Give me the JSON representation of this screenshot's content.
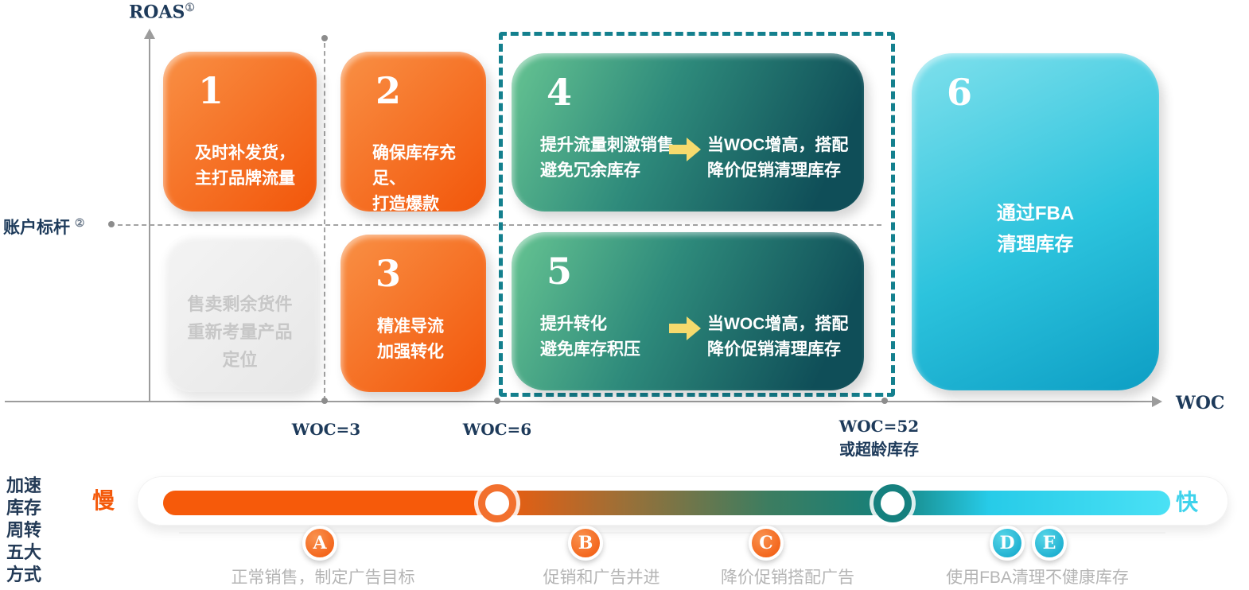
{
  "colors": {
    "orange": "#f2560a",
    "teal_dark": "#0f4e58",
    "teal_light": "#66c492",
    "cyan": "#2cc3dd",
    "dash_teal": "#14808e",
    "axis_gray": "#9c9c9c",
    "navy_text": "#1d3a5a",
    "muted_text": "#b5b5b5",
    "arrow_yellow": "#f6da6d"
  },
  "axis": {
    "roas": "ROAS",
    "roas_sup": "①",
    "woc": "WOC",
    "benchmark": "账户标杆",
    "benchmark_sup": "②",
    "tick1": "WOC=3",
    "tick2": "WOC=6",
    "tick3": "WOC=52",
    "tick3_sub": "或超龄库存"
  },
  "box1": {
    "num": "1",
    "text": "及时补发货，\n主打品牌流量"
  },
  "box2": {
    "num": "2",
    "text": "确保库存充足、\n打造爆款"
  },
  "box3": {
    "num": "3",
    "text": "精准导流\n加强转化"
  },
  "box4": {
    "num": "4",
    "left": "提升流量刺激销售\n避免冗余库存",
    "right": "当WOC增高，搭配\n降价促销清理库存"
  },
  "box5": {
    "num": "5",
    "left": "提升转化\n避免库存积压",
    "right": "当WOC增高，搭配\n降价促销清理库存"
  },
  "box6": {
    "num": "6",
    "text": "通过FBA\n清理库存"
  },
  "box_gray": {
    "text": "售卖剩余货件\n重新考量产品\n定位"
  },
  "slider": {
    "caption": "加速\n库存\n周转\n五大\n方式",
    "slow": "慢",
    "fast": "快",
    "a": "A",
    "a_label": "正常销售，制定广告目标",
    "b": "B",
    "b_label": "促销和广告并进",
    "c": "C",
    "c_label": "降价促销搭配广告",
    "d": "D",
    "e": "E",
    "de_label": "使用FBA清理不健康库存"
  }
}
